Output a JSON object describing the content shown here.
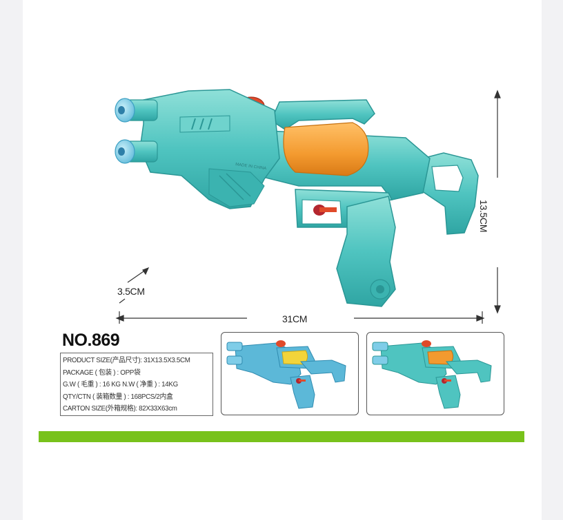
{
  "product": {
    "model_no": "NO.869",
    "made_in_label": "MADE IN CHINA",
    "dimensions": {
      "height": "13.5CM",
      "width": "31CM",
      "depth": "3.5CM"
    },
    "specs": [
      "PRODUCT SIZE(产品尺寸): 31X13.5X3.5CM",
      "PACKAGE ( 包装 ) : OPP袋",
      "G.W ( 毛重 ) : 16 KG   N.W ( 净重 ) : 14KG",
      "QTY/CTN ( 装箱数量 ) : 168PCS/2内盒",
      "CARTON SIZE(外箱规格): 82X33X63cm"
    ],
    "colors": {
      "main_body": "#4fc4c0",
      "alt_body": "#5cb8d8",
      "tank": "#f39a2f",
      "cap": "#e04a2a",
      "nozzle": "#7fcde8",
      "accent_bar": "#78c21b"
    }
  }
}
